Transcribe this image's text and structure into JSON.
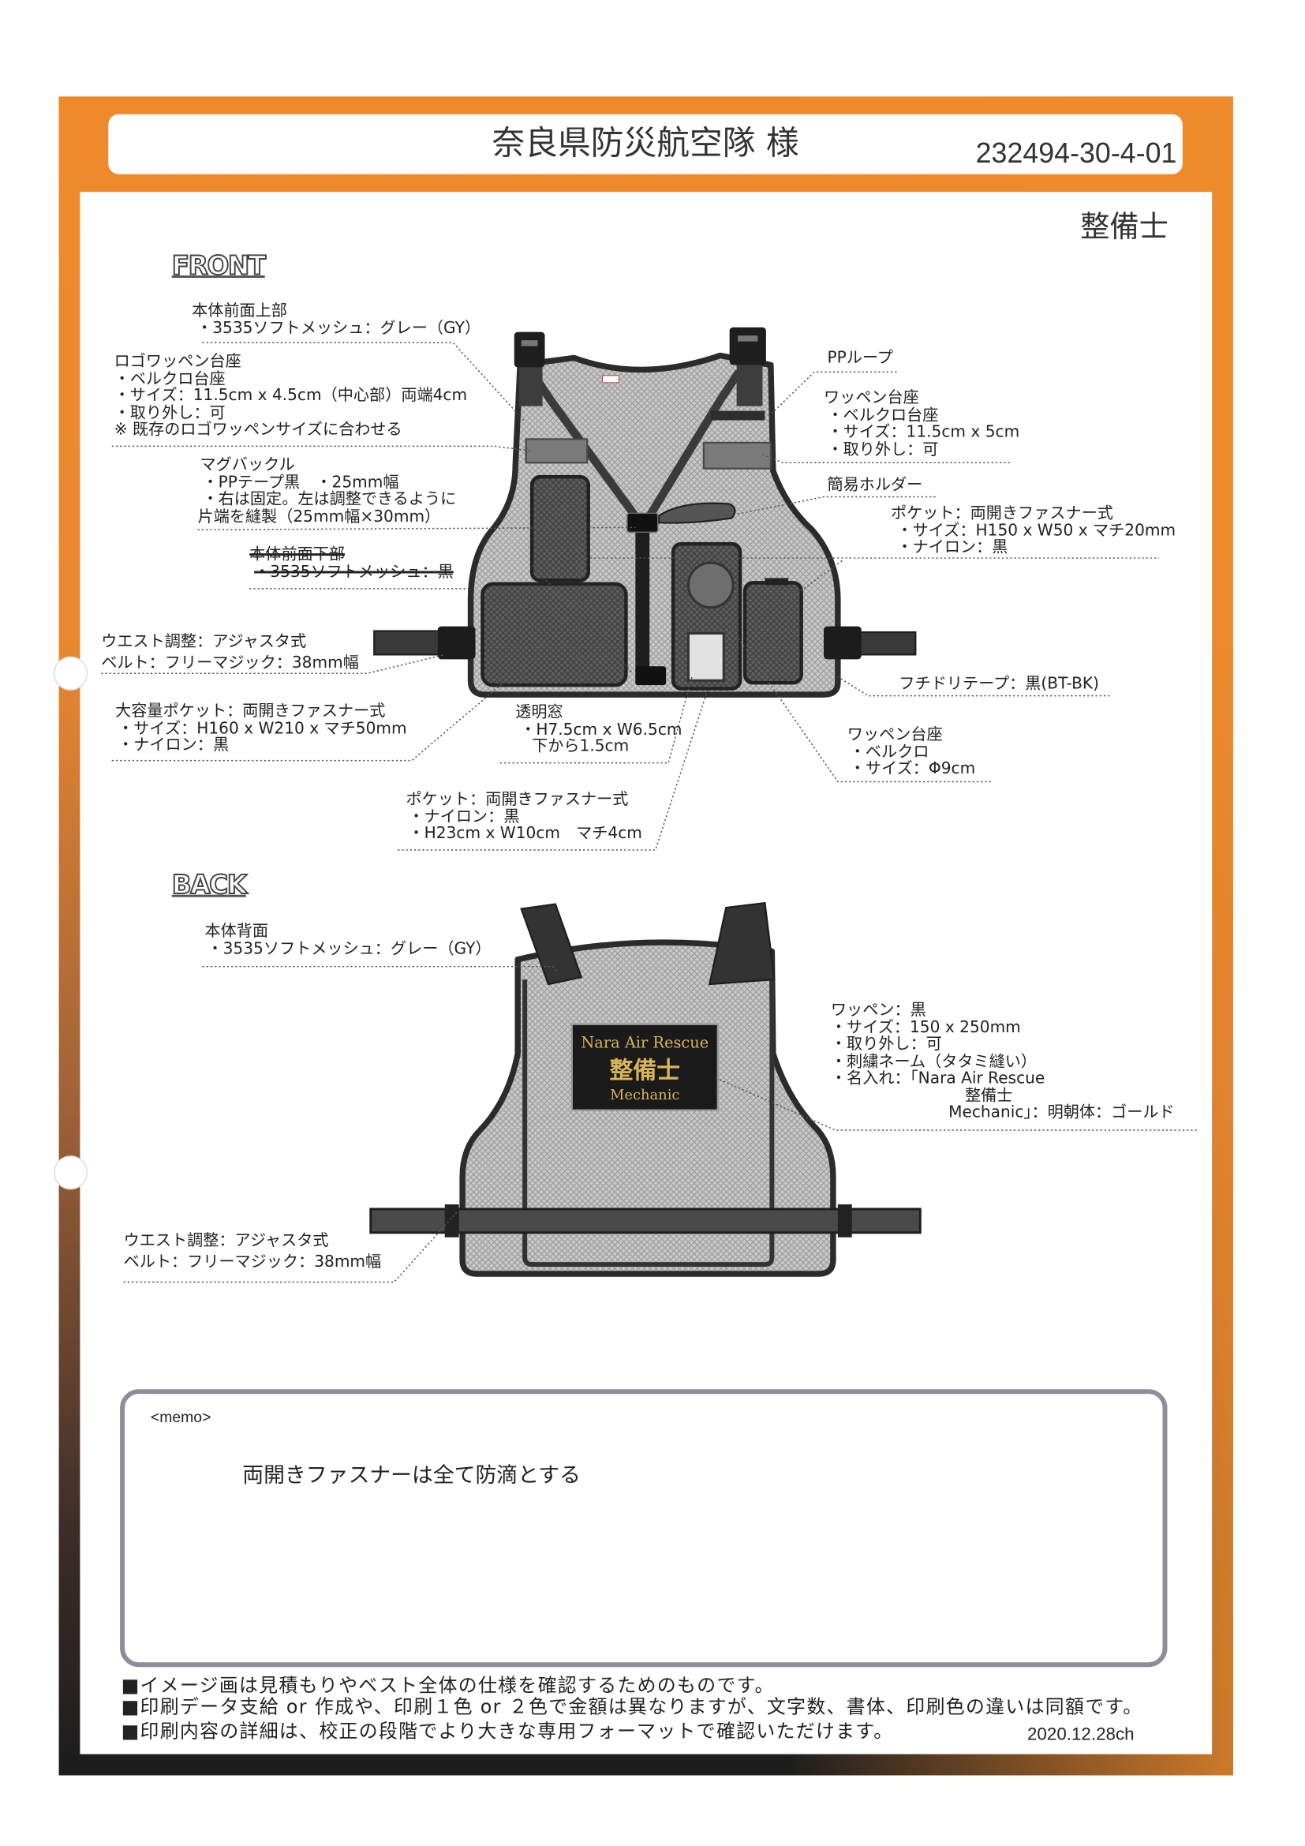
{
  "header": {
    "title": "奈良県防災航空隊 様",
    "code": "232494-30-4-01"
  },
  "role": "整備士",
  "front": {
    "heading": "FRONT",
    "upper_body_mesh": [
      "本体前面上部",
      "・3535ソフトメッシュ：グレー（GY）"
    ],
    "logo_patch_base": [
      "ロゴワッペン台座",
      "・ベルクロ台座",
      "・サイズ：11.5cm x 4.5cm（中心部）両端4cm",
      "・取り外し：可",
      "※ 既存のロゴワッペンサイズに合わせる"
    ],
    "mag_buckle": [
      "マグバックル",
      "・PPテープ黒　・25mm幅",
      "・右は固定。左は調整できるように",
      "片端を縫製（25mm幅×30mm）"
    ],
    "lower_body_mesh": [
      "本体前面下部",
      "・3535ソフトメッシュ：黒"
    ],
    "waist_adjust": [
      "ウエスト調整：アジャスタ式",
      "ベルト：フリーマジック：38mm幅"
    ],
    "large_pocket": [
      "大容量ポケット：両開きファスナー式",
      "・サイズ：H160 x W210 x マチ50mm",
      "・ナイロン：黒"
    ],
    "clear_window": [
      "透明窓",
      "・H7.5cm x W6.5cm",
      "下から1.5cm"
    ],
    "center_pocket": [
      "ポケット：両開きファスナー式",
      "・ナイロン：黒",
      "・H23cm x W10cm　マチ4cm"
    ],
    "pp_loop": [
      "PPループ"
    ],
    "patch_base_right": [
      "ワッペン台座",
      "・ベルクロ台座",
      "・サイズ：11.5cm x 5cm",
      "・取り外し：可"
    ],
    "simple_holder": [
      "簡易ホルダー"
    ],
    "side_pocket": [
      "ポケット：両開きファスナー式",
      "・サイズ：H150 x W50 x マチ20mm",
      "・ナイロン：黒"
    ],
    "binding_tape": [
      "フチドリテープ：黒(BT-BK)"
    ],
    "round_patch_base": [
      "ワッペン台座",
      "・ベルクロ",
      "・サイズ：Φ9cm"
    ]
  },
  "back": {
    "heading": "BACK",
    "back_mesh": [
      "本体背面",
      "・3535ソフトメッシュ：グレー（GY）"
    ],
    "patch": [
      "ワッペン：黒",
      "・サイズ：150 x 250mm",
      "・取り外し：可",
      "・刺繍ネーム（タタミ縫い）",
      "・名入れ：「Nara Air Rescue",
      "整備士",
      "Mechanic」：明朝体：ゴールド"
    ],
    "waist_adjust": [
      "ウエスト調整：アジャスタ式",
      "ベルト：フリーマジック：38mm幅"
    ],
    "badge": {
      "line1": "Nara Air Rescue",
      "line2": "整備士",
      "line3": "Mechanic"
    }
  },
  "memo": {
    "label": "<memo>",
    "text": "両開きファスナーは全て防滴とする"
  },
  "footer": {
    "notes": [
      "■イメージ画は見積もりやベスト全体の仕様を確認するためのものです。",
      "■印刷データ支給 or 作成や、印刷１色 or ２色で金額は異なりますが、文字数、書体、印刷色の違いは同額です。",
      "■印刷内容の詳細は、校正の段階でより大きな専用フォーマットで確認いただけます。"
    ],
    "date": "2020.12.28ch"
  },
  "colors": {
    "frame_orange": "#ee8a2c",
    "frame_dark": "#1c1c1c",
    "badge_gold": "#d9b45a",
    "badge_black": "#1a1a1a",
    "memo_border": "#8d8d9b"
  }
}
